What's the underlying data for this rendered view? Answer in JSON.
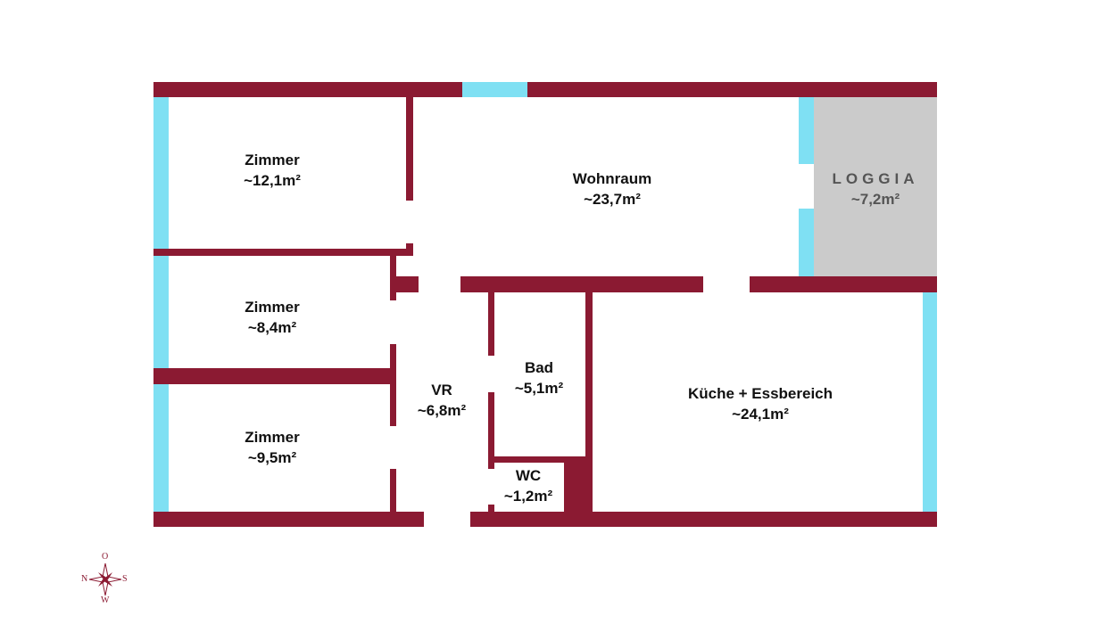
{
  "rooms": [
    {
      "name": "Zimmer",
      "area": "~12,1m²"
    },
    {
      "name": "Wohnraum",
      "area": "~23,7m²"
    },
    {
      "name": "LOGGIA",
      "area": "~7,2m²"
    },
    {
      "name": "Zimmer",
      "area": "~8,4m²"
    },
    {
      "name": "VR",
      "area": "~6,8m²"
    },
    {
      "name": "Bad",
      "area": "~5,1m²"
    },
    {
      "name": "Küche + Essbereich",
      "area": "~24,1m²"
    },
    {
      "name": "Zimmer",
      "area": "~9,5m²"
    },
    {
      "name": "WC",
      "area": "~1,2m²"
    }
  ],
  "compass": {
    "top": "O",
    "left": "N",
    "right": "S",
    "bottom": "W"
  },
  "colors": {
    "wall": "#8b1a32",
    "window": "#7fe0f3",
    "loggia": "#cbcbcb"
  }
}
